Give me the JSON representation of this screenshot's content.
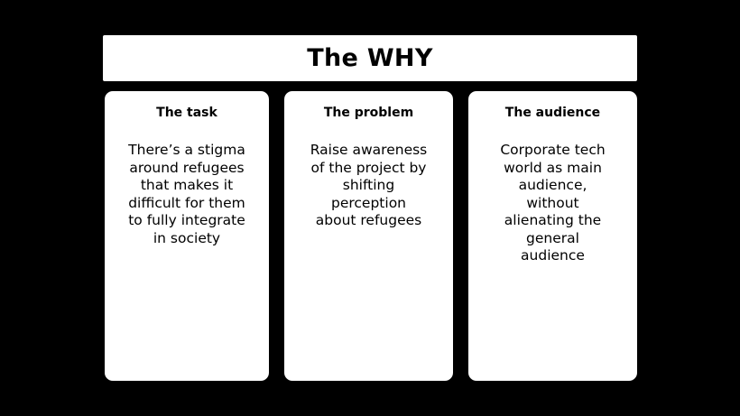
{
  "title": "The WHY",
  "cards": [
    {
      "heading": "The task",
      "body": "There’s a stigma\naround refugees\nthat makes it\ndifficult for them\nto fully integrate\nin society"
    },
    {
      "heading": "The problem",
      "body": "Raise awareness\nof the project by\nshifting\nperception\nabout refugees"
    },
    {
      "heading": "The audience",
      "body": "Corporate tech\nworld as main\naudience,\nwithout\nalienating the\ngeneral\naudience"
    }
  ]
}
